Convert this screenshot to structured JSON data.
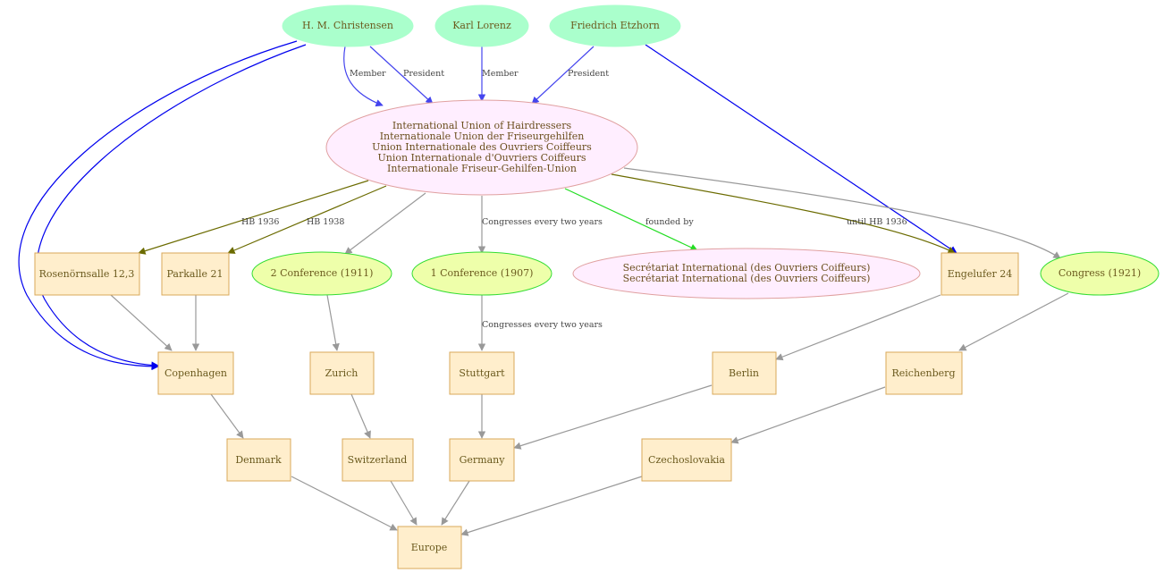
{
  "persons": {
    "christensen": "H. M. Christensen",
    "lorenz": "Karl Lorenz",
    "etzhorn": "Friedrich Etzhorn"
  },
  "organization": {
    "names": [
      "International Union of Hairdressers",
      "Internationale Union der Friseurgehilfen",
      "Union Internationale des Ouvriers Coiffeurs",
      "Union Internationale d'Ouvriers Coiffeurs",
      "Internationale Friseur-Gehilfen-Union"
    ]
  },
  "secretariat": {
    "names": [
      "Secrétariat International (des Ouvriers Coiffeurs)",
      "Secrétariat International (des Ouvriers Coiffeurs)"
    ]
  },
  "events": {
    "conf2": "2 Conference (1911)",
    "conf1": "1 Conference (1907)",
    "congress": "Congress (1921)"
  },
  "places": {
    "rosenornsalle": "Rosenörnsalle 12,3",
    "parkalle": "Parkalle 21",
    "engelufer": "Engelufer 24",
    "copenhagen": "Copenhagen",
    "zurich": "Zurich",
    "stuttgart": "Stuttgart",
    "berlin": "Berlin",
    "reichenberg": "Reichenberg",
    "denmark": "Denmark",
    "switzerland": "Switzerland",
    "germany": "Germany",
    "czechoslovakia": "Czechoslovakia",
    "europe": "Europe"
  },
  "edge_labels": {
    "member": "Member",
    "president": "President",
    "hb1936": "HB 1936",
    "hb1938": "HB 1938",
    "congresses": "Congresses every two years",
    "founded_by": "founded by",
    "until_hb1936": "until HB 1936"
  },
  "colors": {
    "person_fill": "#aaffcc",
    "org_fill": "#ffeeff",
    "org_stroke": "#e0a0a0",
    "event_fill": "#eeffaa",
    "event_stroke": "#33dd33",
    "place_fill": "#ffeecc",
    "place_stroke": "#d9a85a",
    "edge_gray": "#999999",
    "edge_blue": "#0000ee",
    "edge_blue_light": "#4444ee",
    "edge_olive": "#6b6b00",
    "edge_green": "#22dd22",
    "text": "#6b5a1e"
  }
}
